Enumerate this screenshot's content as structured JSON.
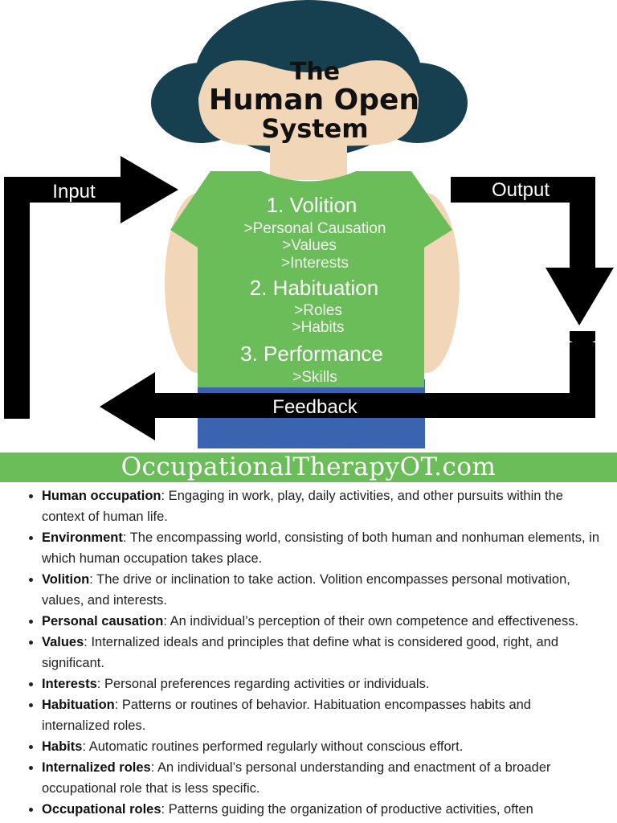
{
  "diagram": {
    "title_lines": [
      "The",
      "Human Open",
      "System"
    ],
    "input_label": "Input",
    "output_label": "Output",
    "feedback_label": "Feedback",
    "sections": [
      {
        "heading": "1. Volition",
        "items": [
          ">Personal Causation",
          ">Values",
          ">Interests"
        ]
      },
      {
        "heading": "2. Habituation",
        "items": [
          ">Roles",
          ">Habits"
        ]
      },
      {
        "heading": "3. Performance",
        "items": [
          ">Skills"
        ]
      }
    ],
    "colors": {
      "hair": "#163f4f",
      "skin": "#f1d6b8",
      "shirt": "#6bbd59",
      "pants": "#3a63b0",
      "arrow": "#000000"
    }
  },
  "banner": {
    "text": "OccupationalTherapyOT.com"
  },
  "definitions": [
    {
      "term": "Human occupation",
      "text": ": Engaging in work, play, daily activities, and other pursuits within the context of human life."
    },
    {
      "term": "Environment",
      "text": ": The encompassing world, consisting of both human and nonhuman elements, in which human occupation takes place."
    },
    {
      "term": "Volition",
      "text": ": The drive or inclination to take action. Volition encompasses personal motivation, values, and interests."
    },
    {
      "term": "Personal causation",
      "text": ": An individual’s perception of their own competence and effectiveness."
    },
    {
      "term": "Values",
      "text": ": Internalized ideals and principles that define what is considered good, right, and significant."
    },
    {
      "term": "Interests",
      "text": ": Personal preferences regarding activities or individuals."
    },
    {
      "term": "Habituation",
      "text": ": Patterns or routines of behavior. Habituation encompasses habits and internalized roles."
    },
    {
      "term": "Habits",
      "text": ": Automatic routines performed regularly without conscious effort."
    },
    {
      "term": "Internalized roles",
      "text": ": An individual’s personal understanding and enactment of a broader occupational role that is less specific."
    },
    {
      "term": "Occupational roles",
      "text": ": Patterns guiding the organization of productive activities, often"
    }
  ]
}
